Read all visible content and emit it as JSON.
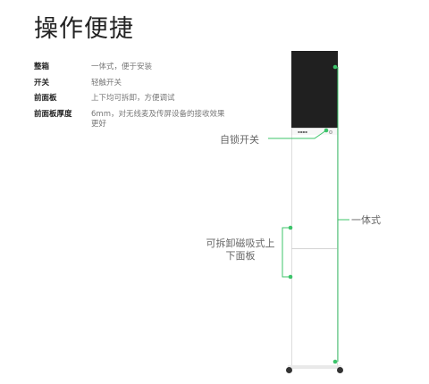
{
  "page_title": "操作便捷",
  "specs": [
    {
      "label": "整箱",
      "value": "一体式，便于安装"
    },
    {
      "label": "开关",
      "value": "轻触开关"
    },
    {
      "label": "前面板",
      "value": "上下均可拆卸，方便调试"
    },
    {
      "label": "前面板厚度",
      "value": "6mm，对无线麦及传屏设备的接收效果更好"
    }
  ],
  "callouts": {
    "switch": "自锁开关",
    "one_piece": "一体式",
    "panel": "可拆卸磁吸式上下面板"
  },
  "colors": {
    "accent": "#3cc46a",
    "screen": "#202020"
  }
}
